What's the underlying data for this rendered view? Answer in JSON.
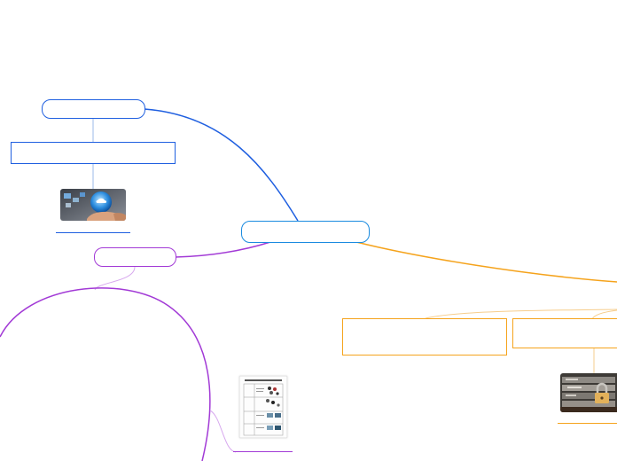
{
  "colors": {
    "blue": "#1f5fe0",
    "purple": "#a23ad6",
    "orange": "#f5a31c",
    "central": "#1a8be0",
    "faint_purple": "#d7a8ee",
    "faint_orange": "#f6cd8c",
    "faint_blue": "#9bb8e8"
  },
  "central": {
    "label": ""
  },
  "branches": {
    "blue": {
      "topic": "",
      "box": "",
      "icon": "globe-cloud-hand-image"
    },
    "purple": {
      "topic": "",
      "icon": "document-thumbnail-image"
    },
    "orange": {
      "box_left": "",
      "box_right": "",
      "icon": "server-padlock-image"
    }
  }
}
